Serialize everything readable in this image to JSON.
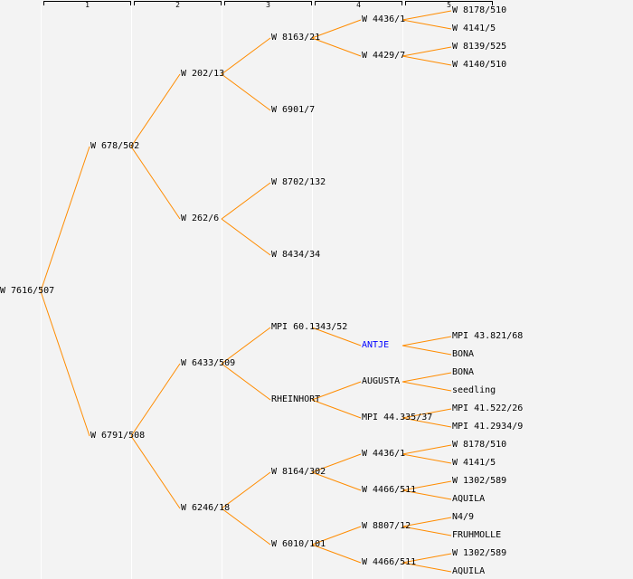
{
  "generation_headers": [
    "1",
    "2",
    "3",
    "4",
    "5"
  ],
  "colors": {
    "line": "#ff8c00",
    "text": "#000000",
    "highlight": "#0000ff",
    "background": "#f3f3f3"
  },
  "tree": {
    "label": "W 7616/507",
    "children": [
      {
        "label": "W 678/502",
        "children": [
          {
            "label": "W 202/13",
            "children": [
              {
                "label": "W 8163/21",
                "children": [
                  {
                    "label": "W 4436/1",
                    "children": [
                      {
                        "label": "W 8178/510"
                      },
                      {
                        "label": "W 4141/5"
                      }
                    ]
                  },
                  {
                    "label": "W 4429/7",
                    "children": [
                      {
                        "label": "W 8139/525"
                      },
                      {
                        "label": "W 4140/510"
                      }
                    ]
                  }
                ]
              },
              {
                "label": "W 6901/7"
              }
            ]
          },
          {
            "label": "W 262/6",
            "children": [
              {
                "label": "W 8702/132"
              },
              {
                "label": "W 8434/34"
              }
            ]
          }
        ]
      },
      {
        "label": "W 6791/508",
        "children": [
          {
            "label": "W 6433/509",
            "children": [
              {
                "label": "MPI 60.1343/52",
                "children": [
                  null,
                  {
                    "label": "ANTJE",
                    "highlight": true,
                    "children": [
                      {
                        "label": "MPI 43.821/68"
                      },
                      {
                        "label": "BONA"
                      }
                    ]
                  }
                ]
              },
              {
                "label": "RHEINHORT",
                "children": [
                  {
                    "label": "AUGUSTA",
                    "children": [
                      {
                        "label": "BONA"
                      },
                      {
                        "label": "seedling"
                      }
                    ]
                  },
                  {
                    "label": "MPI 44.335/37",
                    "children": [
                      {
                        "label": "MPI 41.522/26"
                      },
                      {
                        "label": "MPI 41.2934/9"
                      }
                    ]
                  }
                ]
              }
            ]
          },
          {
            "label": "W 6246/18",
            "children": [
              {
                "label": "W 8164/302",
                "children": [
                  {
                    "label": "W 4436/1",
                    "children": [
                      {
                        "label": "W 8178/510"
                      },
                      {
                        "label": "W 4141/5"
                      }
                    ]
                  },
                  {
                    "label": "W 4466/511",
                    "children": [
                      {
                        "label": "W 1302/589"
                      },
                      {
                        "label": "AQUILA"
                      }
                    ]
                  }
                ]
              },
              {
                "label": "W 6010/101",
                "children": [
                  {
                    "label": "W 8807/12",
                    "children": [
                      {
                        "label": "N4/9"
                      },
                      {
                        "label": "FRUHMOLLE"
                      }
                    ]
                  },
                  {
                    "label": "W 4466/511",
                    "children": [
                      {
                        "label": "W 1302/589"
                      },
                      {
                        "label": "AQUILA"
                      }
                    ]
                  }
                ]
              }
            ]
          }
        ]
      }
    ]
  }
}
